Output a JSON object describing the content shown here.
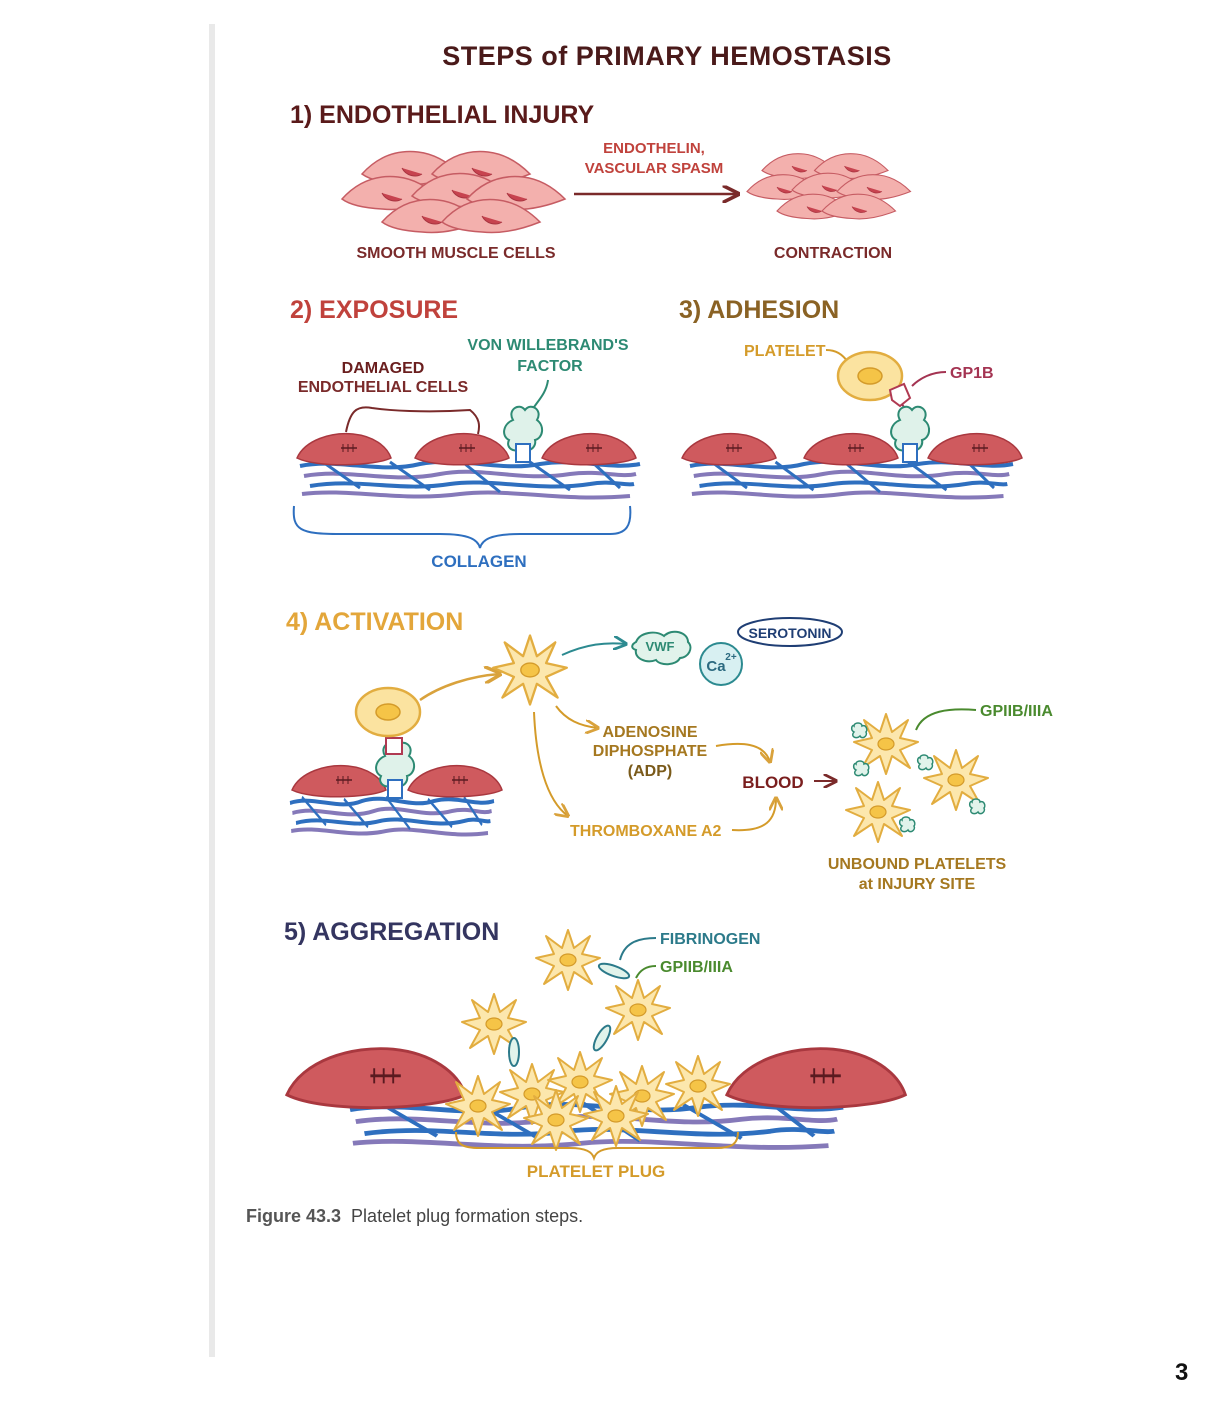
{
  "title": "STEPS of PRIMARY HEMOSTASIS",
  "steps": {
    "s1": {
      "heading": "1) ENDOTHELIAL INJURY",
      "left_label": "SMOOTH MUSCLE CELLS",
      "arrow_line1": "ENDOTHELIN,",
      "arrow_line2": "VASCULAR SPASM",
      "right_label": "CONTRACTION"
    },
    "s2": {
      "heading": "2) EXPOSURE",
      "damaged_line1": "DAMAGED",
      "damaged_line2": "ENDOTHELIAL CELLS",
      "vwf_line1": "VON WILLEBRAND'S",
      "vwf_line2": "FACTOR",
      "collagen": "COLLAGEN"
    },
    "s3": {
      "heading": "3) ADHESION",
      "platelet": "PLATELET",
      "gp1b": "GP1B"
    },
    "s4": {
      "heading": "4) ACTIVATION",
      "vwf": "VWF",
      "ca": "Ca",
      "ca_sup": "2+",
      "serotonin": "SEROTONIN",
      "adp_line1": "ADENOSINE",
      "adp_line2": "DIPHOSPHATE",
      "adp_line3": "(ADP)",
      "thromboxane": "THROMBOXANE A2",
      "blood": "BLOOD",
      "gpiib": "GPIIB/IIIA",
      "unbound_line1": "UNBOUND PLATELETS",
      "unbound_line2": "at INJURY SITE"
    },
    "s5": {
      "heading": "5) AGGREGATION",
      "fibrinogen": "FIBRINOGEN",
      "gpiib": "GPIIB/IIIA",
      "plug": "PLATELET PLUG"
    }
  },
  "caption": {
    "label": "Figure 43.3",
    "text": "Platelet plug formation steps."
  },
  "page_number": "3",
  "colors": {
    "title": "#4a1a1a",
    "cell_pink": "#f2a9a7",
    "cell_red": "#c9525a",
    "collagen_blue": "#2e6fbf",
    "collagen_purple": "#8579b9",
    "platelet_yellow": "#f9dc8e",
    "vwf_green": "#2d8a73",
    "heading_red": "#c0423c",
    "heading_brown": "#8a6224",
    "heading_gold": "#e3a63a",
    "heading_navy": "#343560"
  }
}
